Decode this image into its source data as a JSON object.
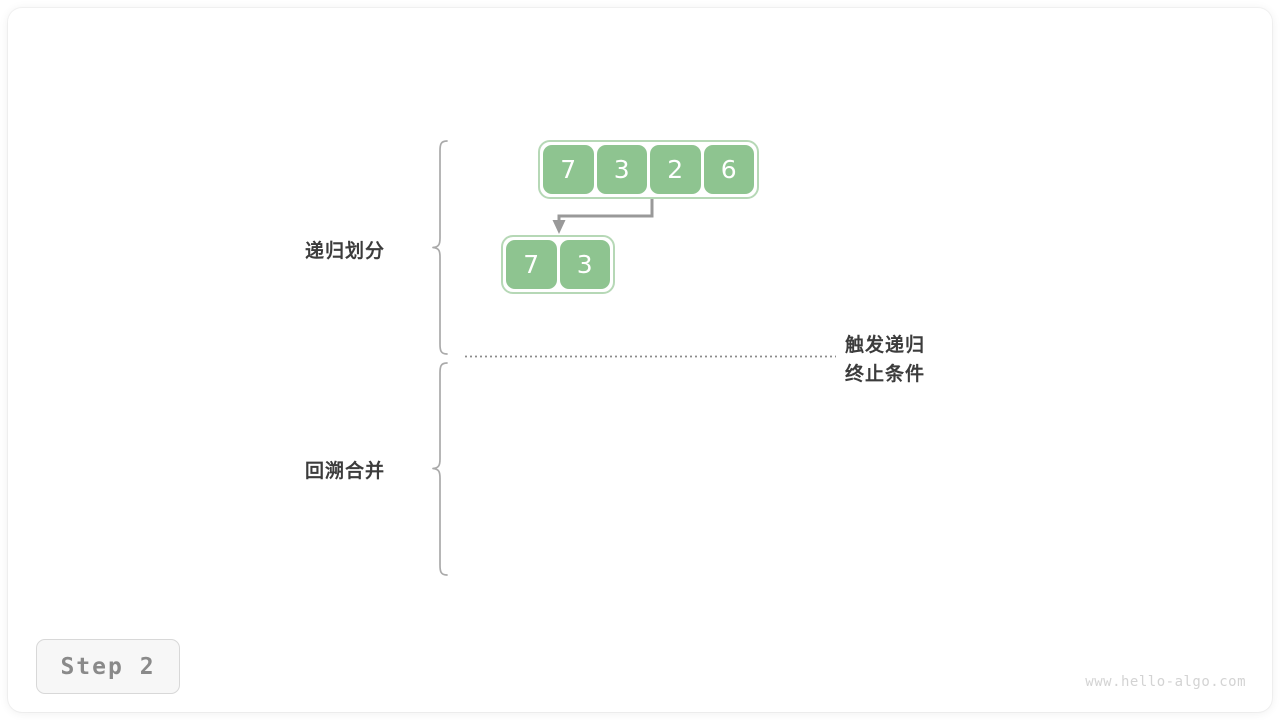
{
  "step": {
    "label": "Step 2"
  },
  "watermark": {
    "text": "www.hello-algo.com"
  },
  "labels": {
    "divide": "递归划分",
    "merge": "回溯合并",
    "terminate_line1": "触发递归",
    "terminate_line2": "终止条件"
  },
  "arrays": {
    "top": {
      "name": "original-array",
      "values": [
        "7",
        "3",
        "2",
        "6"
      ]
    },
    "sub": {
      "name": "left-subarray",
      "values": [
        "7",
        "3"
      ]
    }
  },
  "colors": {
    "cell_fill": "#8ec490",
    "cell_text": "#ffffff",
    "array_border": "#b6d8b6",
    "arrow": "#999999",
    "brace": "#aaaaaa",
    "dotted": "#8c8c8c",
    "label_text": "#3c3c3c",
    "badge_text": "#8a8a8a",
    "watermark_text": "#d3d3d3",
    "background": "#ffffff"
  },
  "icons": {
    "arrow": "down-arrow-icon",
    "brace_upper": "curly-brace-icon",
    "brace_lower": "curly-brace-icon",
    "dotted_separator": "dotted-line-icon"
  }
}
